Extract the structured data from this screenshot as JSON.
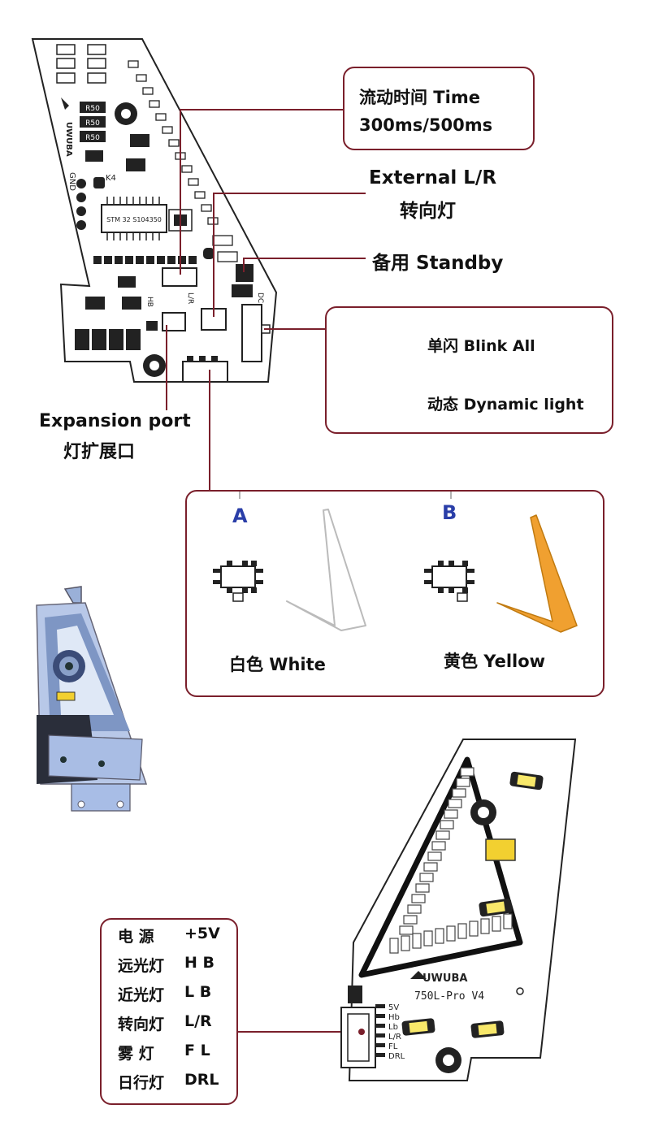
{
  "callouts": {
    "time": {
      "line1": "流动时间 Time",
      "line2": "300ms/500ms"
    },
    "external": {
      "line1": "External  L/R",
      "line2": "转向灯"
    },
    "standby": "备用 Standby",
    "switch_modes": {
      "blink": "单闪 Blink  All",
      "dynamic": "动态 Dynamic light"
    },
    "expansion": {
      "line1": "Expansion port",
      "line2": "灯扩展口"
    }
  },
  "color_options": {
    "a": {
      "letter": "A",
      "label": "白色   White",
      "strip_color": "#ffffff"
    },
    "b": {
      "letter": "B",
      "label": "黄色  Yellow",
      "strip_color": "#f0a030"
    }
  },
  "board_top": {
    "chip": "STM 32 S104350",
    "resistor": "R50",
    "gnd": "GND",
    "k4": "K4",
    "hb": "HB",
    "lr": "L/R",
    "dc": "DC"
  },
  "board_bottom": {
    "brand": "UWUBA",
    "model": "750L-Pro  V4",
    "pins": [
      "5V",
      "Hb",
      "Lb",
      "L/R",
      "FL",
      "DRL"
    ]
  },
  "pin_legend": [
    {
      "cn": "电 源",
      "en": "+5V"
    },
    {
      "cn": "远光灯",
      "en": "H B"
    },
    {
      "cn": "近光灯",
      "en": "L B"
    },
    {
      "cn": "转向灯",
      "en": "L/R"
    },
    {
      "cn": "雾  灯",
      "en": "F L"
    },
    {
      "cn": "日行灯",
      "en": "DRL"
    }
  ],
  "colors": {
    "accent": "#7a1f2b",
    "letter_blue": "#2a3ea8"
  }
}
